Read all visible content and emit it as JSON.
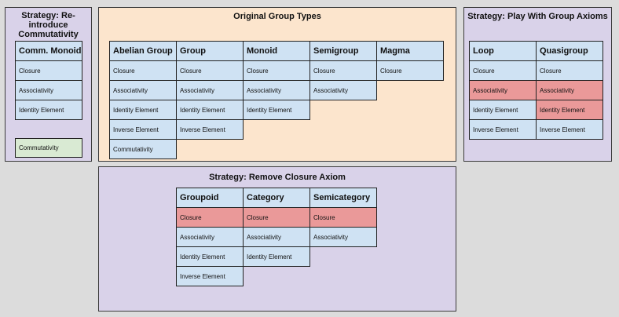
{
  "panels": {
    "commutativity": {
      "title": "Strategy: Re-introduce Commutativity",
      "column": {
        "header": "Comm. Monoid",
        "rows": [
          "Closure",
          "Associativity",
          "Identity Element"
        ]
      },
      "extra": "Commutativity",
      "extra_color": "#d9ead3"
    },
    "original": {
      "title": "Original Group Types",
      "columns": [
        {
          "header": "Abelian Group",
          "rows": [
            "Closure",
            "Associativity",
            "Identity Element",
            "Inverse Element",
            "Commutativity"
          ]
        },
        {
          "header": "Group",
          "rows": [
            "Closure",
            "Associativity",
            "Identity Element",
            "Inverse Element"
          ]
        },
        {
          "header": "Monoid",
          "rows": [
            "Closure",
            "Associativity",
            "Identity Element"
          ]
        },
        {
          "header": "Semigroup",
          "rows": [
            "Closure",
            "Associativity"
          ]
        },
        {
          "header": "Magma",
          "rows": [
            "Closure"
          ]
        }
      ]
    },
    "axioms": {
      "title": "Strategy: Play With Group Axioms",
      "columns": [
        {
          "header": "Loop",
          "rows": [
            "Closure",
            "Associativity",
            "Identity Element",
            "Inverse Element"
          ],
          "highlight": [
            1
          ]
        },
        {
          "header": "Quasigroup",
          "rows": [
            "Closure",
            "Associativity",
            "Identity Element",
            "Inverse Element"
          ],
          "highlight": [
            1,
            2
          ]
        }
      ]
    },
    "closure": {
      "title": "Strategy: Remove Closure Axiom",
      "columns": [
        {
          "header": "Groupoid",
          "rows": [
            "Closure",
            "Associativity",
            "Identity Element",
            "Inverse Element"
          ],
          "highlight": [
            0
          ]
        },
        {
          "header": "Category",
          "rows": [
            "Closure",
            "Associativity",
            "Identity Element"
          ],
          "highlight": [
            0
          ]
        },
        {
          "header": "Semicategory",
          "rows": [
            "Closure",
            "Associativity"
          ],
          "highlight": [
            0
          ]
        }
      ]
    }
  },
  "colors": {
    "cell": "#cfe2f3",
    "removed_axiom": "#ea9999",
    "added_axiom": "#d9ead3",
    "strategy_panel": "#d9d2e9",
    "original_panel": "#fce5cd"
  }
}
